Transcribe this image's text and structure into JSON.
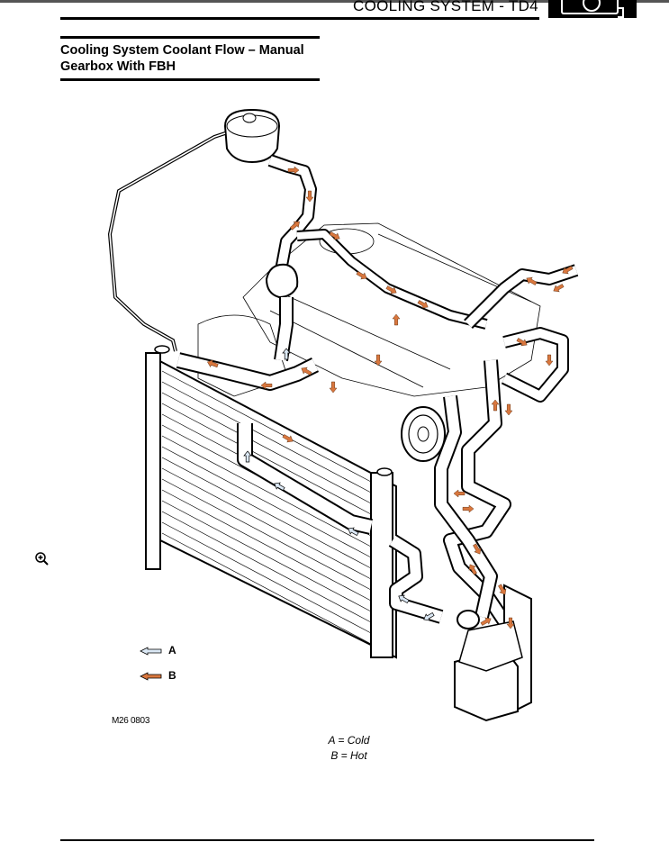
{
  "header": {
    "section_title": "COOLING SYSTEM - TD4",
    "logo_icon": "land-rover-logo-icon"
  },
  "figure": {
    "title": "Cooling System Coolant Flow – Manual Gearbox With FBH",
    "figure_id": "M26 0803",
    "zoom_icon": "zoom-in-icon",
    "legend": [
      {
        "label": "A",
        "icon": "arrow-left-cold-icon",
        "color": "#dbe8f5"
      },
      {
        "label": "B",
        "icon": "arrow-left-hot-icon",
        "color": "#d9773e"
      }
    ],
    "key": {
      "a": "A = Cold",
      "b": "B = Hot"
    }
  },
  "colors": {
    "hot": "#d9773e",
    "cold": "#dbe8f5",
    "line": "#000000"
  }
}
